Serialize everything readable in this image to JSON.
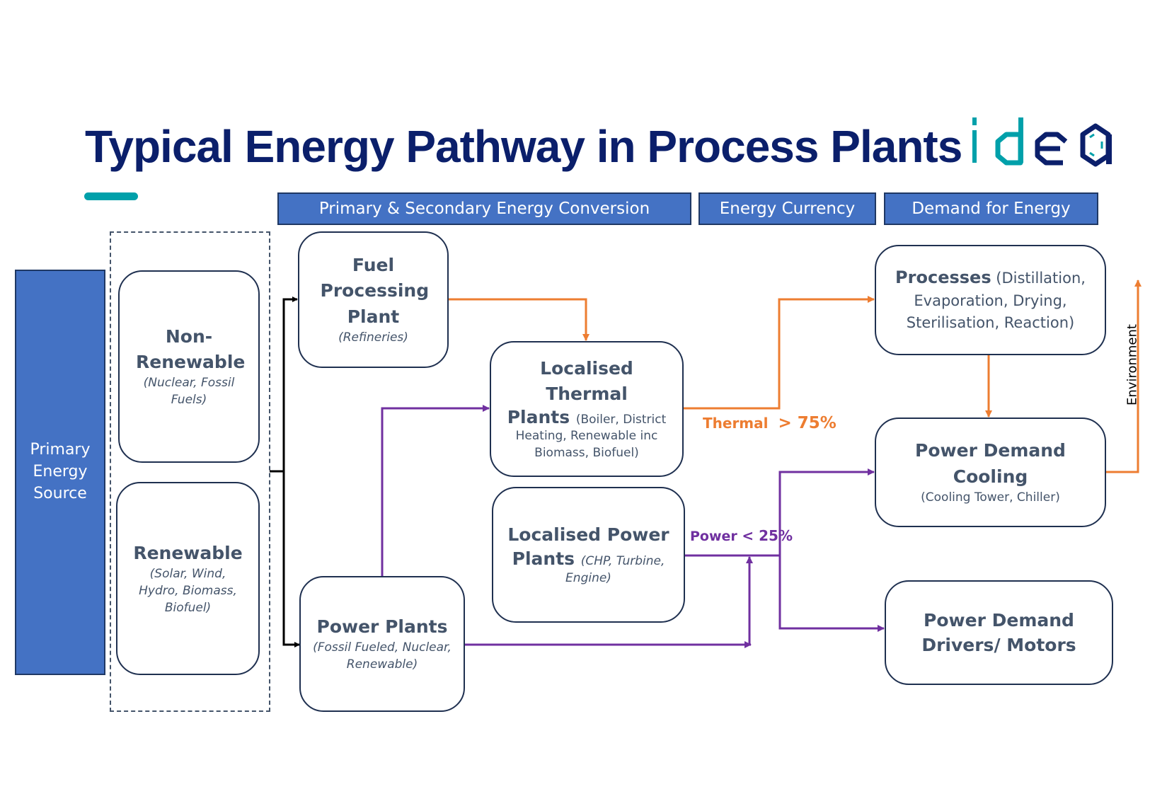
{
  "title": "Typical Energy Pathway in Process Plants",
  "logo": {
    "text": "idea",
    "colors": {
      "teal": "#00a0aa",
      "navy": "#0b1f6b"
    }
  },
  "headers": {
    "conversion": "Primary & Secondary Energy Conversion",
    "currency": "Energy Currency",
    "demand": "Demand for Energy"
  },
  "source": {
    "label": "Primary Energy Source"
  },
  "nodes": {
    "non_renewable": {
      "title": "Non-Renewable",
      "detail": "(Nuclear, Fossil Fuels)"
    },
    "renewable": {
      "title": "Renewable",
      "detail": "(Solar, Wind, Hydro, Biomass, Biofuel)"
    },
    "fuel_processing": {
      "title": "Fuel Processing Plant",
      "detail": "(Refineries)"
    },
    "power_plants": {
      "title": "Power Plants",
      "detail": "(Fossil Fueled, Nuclear, Renewable)"
    },
    "thermal_plants": {
      "title_a": "Localised Thermal",
      "title_b": "Plants",
      "detail_a": "(Boiler, District",
      "detail_b": "Heating, Renewable inc Biomass, Biofuel)"
    },
    "local_power": {
      "title_a": "Localised Power",
      "title_b": "Plants",
      "detail_a": "(CHP, Turbine,",
      "detail_b": "Engine)"
    },
    "processes": {
      "title": "Processes",
      "detail_a": "(Distillation,",
      "detail_b": "Evaporation, Drying, Sterilisation, Reaction)"
    },
    "cooling": {
      "title": "Power Demand Cooling",
      "detail": "(Cooling Tower, Chiller)"
    },
    "drivers": {
      "title": "Power Demand Drivers/ Motors"
    }
  },
  "flow_labels": {
    "thermal_name": "Thermal",
    "thermal_share": "> 75%",
    "power_name": "Power",
    "power_share": "< 25%",
    "environment": "Environment"
  },
  "colors": {
    "header_fill": "#4472c4",
    "thermal_flow": "#ed7d31",
    "power_flow": "#7030a0",
    "feed_flow": "#000000",
    "title": "#0b1f6b"
  }
}
